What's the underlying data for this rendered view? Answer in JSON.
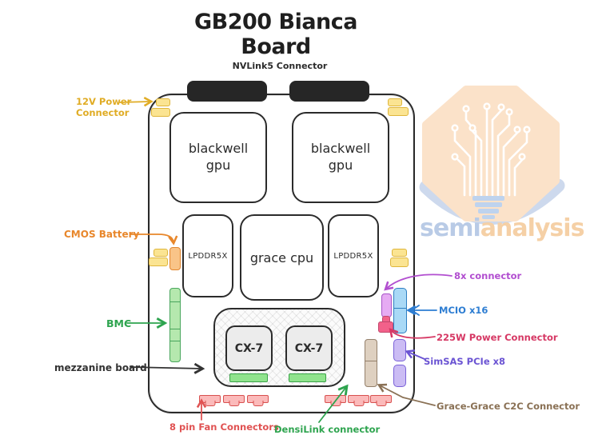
{
  "title": "GB200 Bianca Board",
  "board": {
    "nvlink_connector_label": "NVLink5 Connector",
    "gpus": [
      "blackwell gpu",
      "blackwell gpu"
    ],
    "cpu": "grace cpu",
    "memory": [
      "LPDDR5X",
      "LPDDR5X"
    ],
    "nics": [
      "CX-7",
      "CX-7"
    ]
  },
  "callouts": {
    "power_12v": {
      "label": "12V Power Connector",
      "color": "#e8b33b"
    },
    "cmos_battery": {
      "label": "CMOS Battery",
      "color": "#e8872b"
    },
    "bmc": {
      "label": "BMC",
      "color": "#2ea44f"
    },
    "mezzanine_board": {
      "label": "mezzanine board",
      "color": "#333333"
    },
    "fan_connectors": {
      "label": "8 pin Fan Connectors",
      "color": "#e05252"
    },
    "densilink": {
      "label": "DensiLink connector",
      "color": "#2ea44f"
    },
    "connector_8x": {
      "label": "8x connector",
      "color": "#b24fd0"
    },
    "mcio": {
      "label": "MCIO x16",
      "color": "#2d7dd2"
    },
    "power_225w": {
      "label": "225W Power Connector",
      "color": "#d63864"
    },
    "simsas": {
      "label": "SimSAS PCIe x8",
      "color": "#6b54d3"
    },
    "c2c": {
      "label": "Grace-Grace C2C Connector",
      "color": "#8a7155"
    }
  },
  "component_colors": {
    "nvlink_connector": "#262626",
    "power_connector_yellow": "#fbe492",
    "cmos_battery_orange": "#f9c488",
    "bmc_green": "#b5e8ae",
    "mcio_blue": "#a9d9f6",
    "connector_8x_purple": "#e6abf3",
    "power_225w_pink": "#f2618a",
    "c2c_tan": "#ded0c0",
    "simsas_violet": "#cbbcf4",
    "fan_pink": "#fbbaba",
    "densilink_green": "#90e38d"
  },
  "logo": {
    "part1": "semi",
    "part2": "analysis",
    "part1_color": "#b9cbe6",
    "part2_color": "#f5d0a6"
  }
}
